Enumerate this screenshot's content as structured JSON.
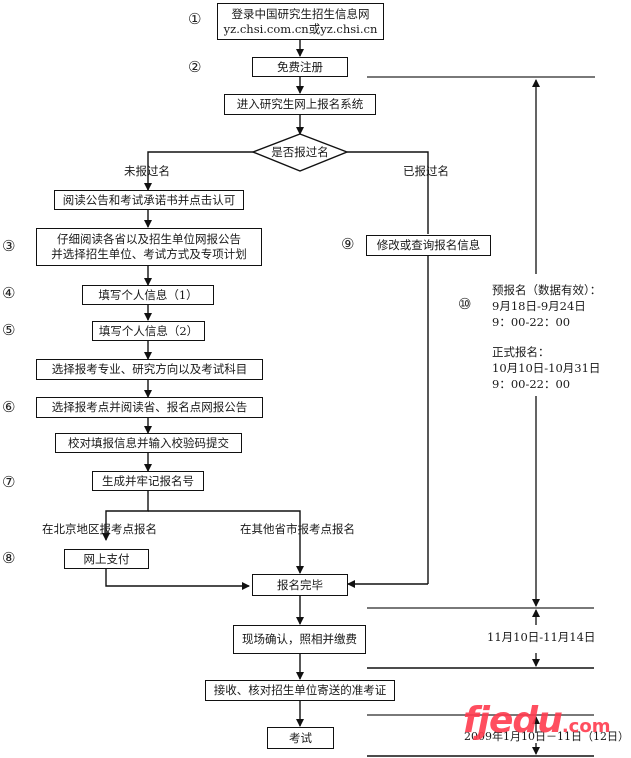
{
  "flow": {
    "step1_line1": "登录中国研究生招生信息网",
    "step1_line2": "yz.chsi.com.cn或yz.chsi.cn",
    "step2": "免费注册",
    "enter_system": "进入研究生网上报名系统",
    "decision": "是否报过名",
    "branch_no": "未报过名",
    "branch_yes": "已报过名",
    "read_notice": "阅读公告和考试承诺书并点击认可",
    "step3_line1": "仔细阅读各省以及招生单位网报公告",
    "step3_line2": "并选择招生单位、考试方式及专项计划",
    "step4": "填写个人信息（1）",
    "step5": "填写个人信息（2）",
    "choose_major": "选择报考专业、研究方向以及考试科目",
    "step6": "选择报考点并阅读省、报名点网报公告",
    "verify_submit": "校对填报信息并输入校验码提交",
    "step7": "生成并牢记报名号",
    "branch_beijing": "在北京地区报考点报名",
    "branch_other": "在其他省市报考点报名",
    "step8": "网上支付",
    "step9": "修改或查询报名信息",
    "complete": "报名完毕",
    "confirm": "现场确认，照相并缴费",
    "admission": "接收、核对招生单位寄送的准考证",
    "exam": "考试"
  },
  "step_markers": [
    "①",
    "②",
    "③",
    "④",
    "⑤",
    "⑥",
    "⑦",
    "⑧",
    "⑨",
    "⑩"
  ],
  "timeline": {
    "pre_reg_title": "预报名（数据有效）：",
    "pre_reg_dates": "9月18日-9月24日",
    "pre_reg_hours": "9：00-22：00",
    "formal_title": "正式报名：",
    "formal_dates": "10月10日-10月31日",
    "formal_hours": "9：00-22：00",
    "confirm_dates": "11月10日-11月14日",
    "exam_dates": "2009年1月10日－11日（12日）"
  },
  "watermark": {
    "brand": "fjedu",
    "suffix": ".com",
    "color": "#ff3b4e"
  }
}
